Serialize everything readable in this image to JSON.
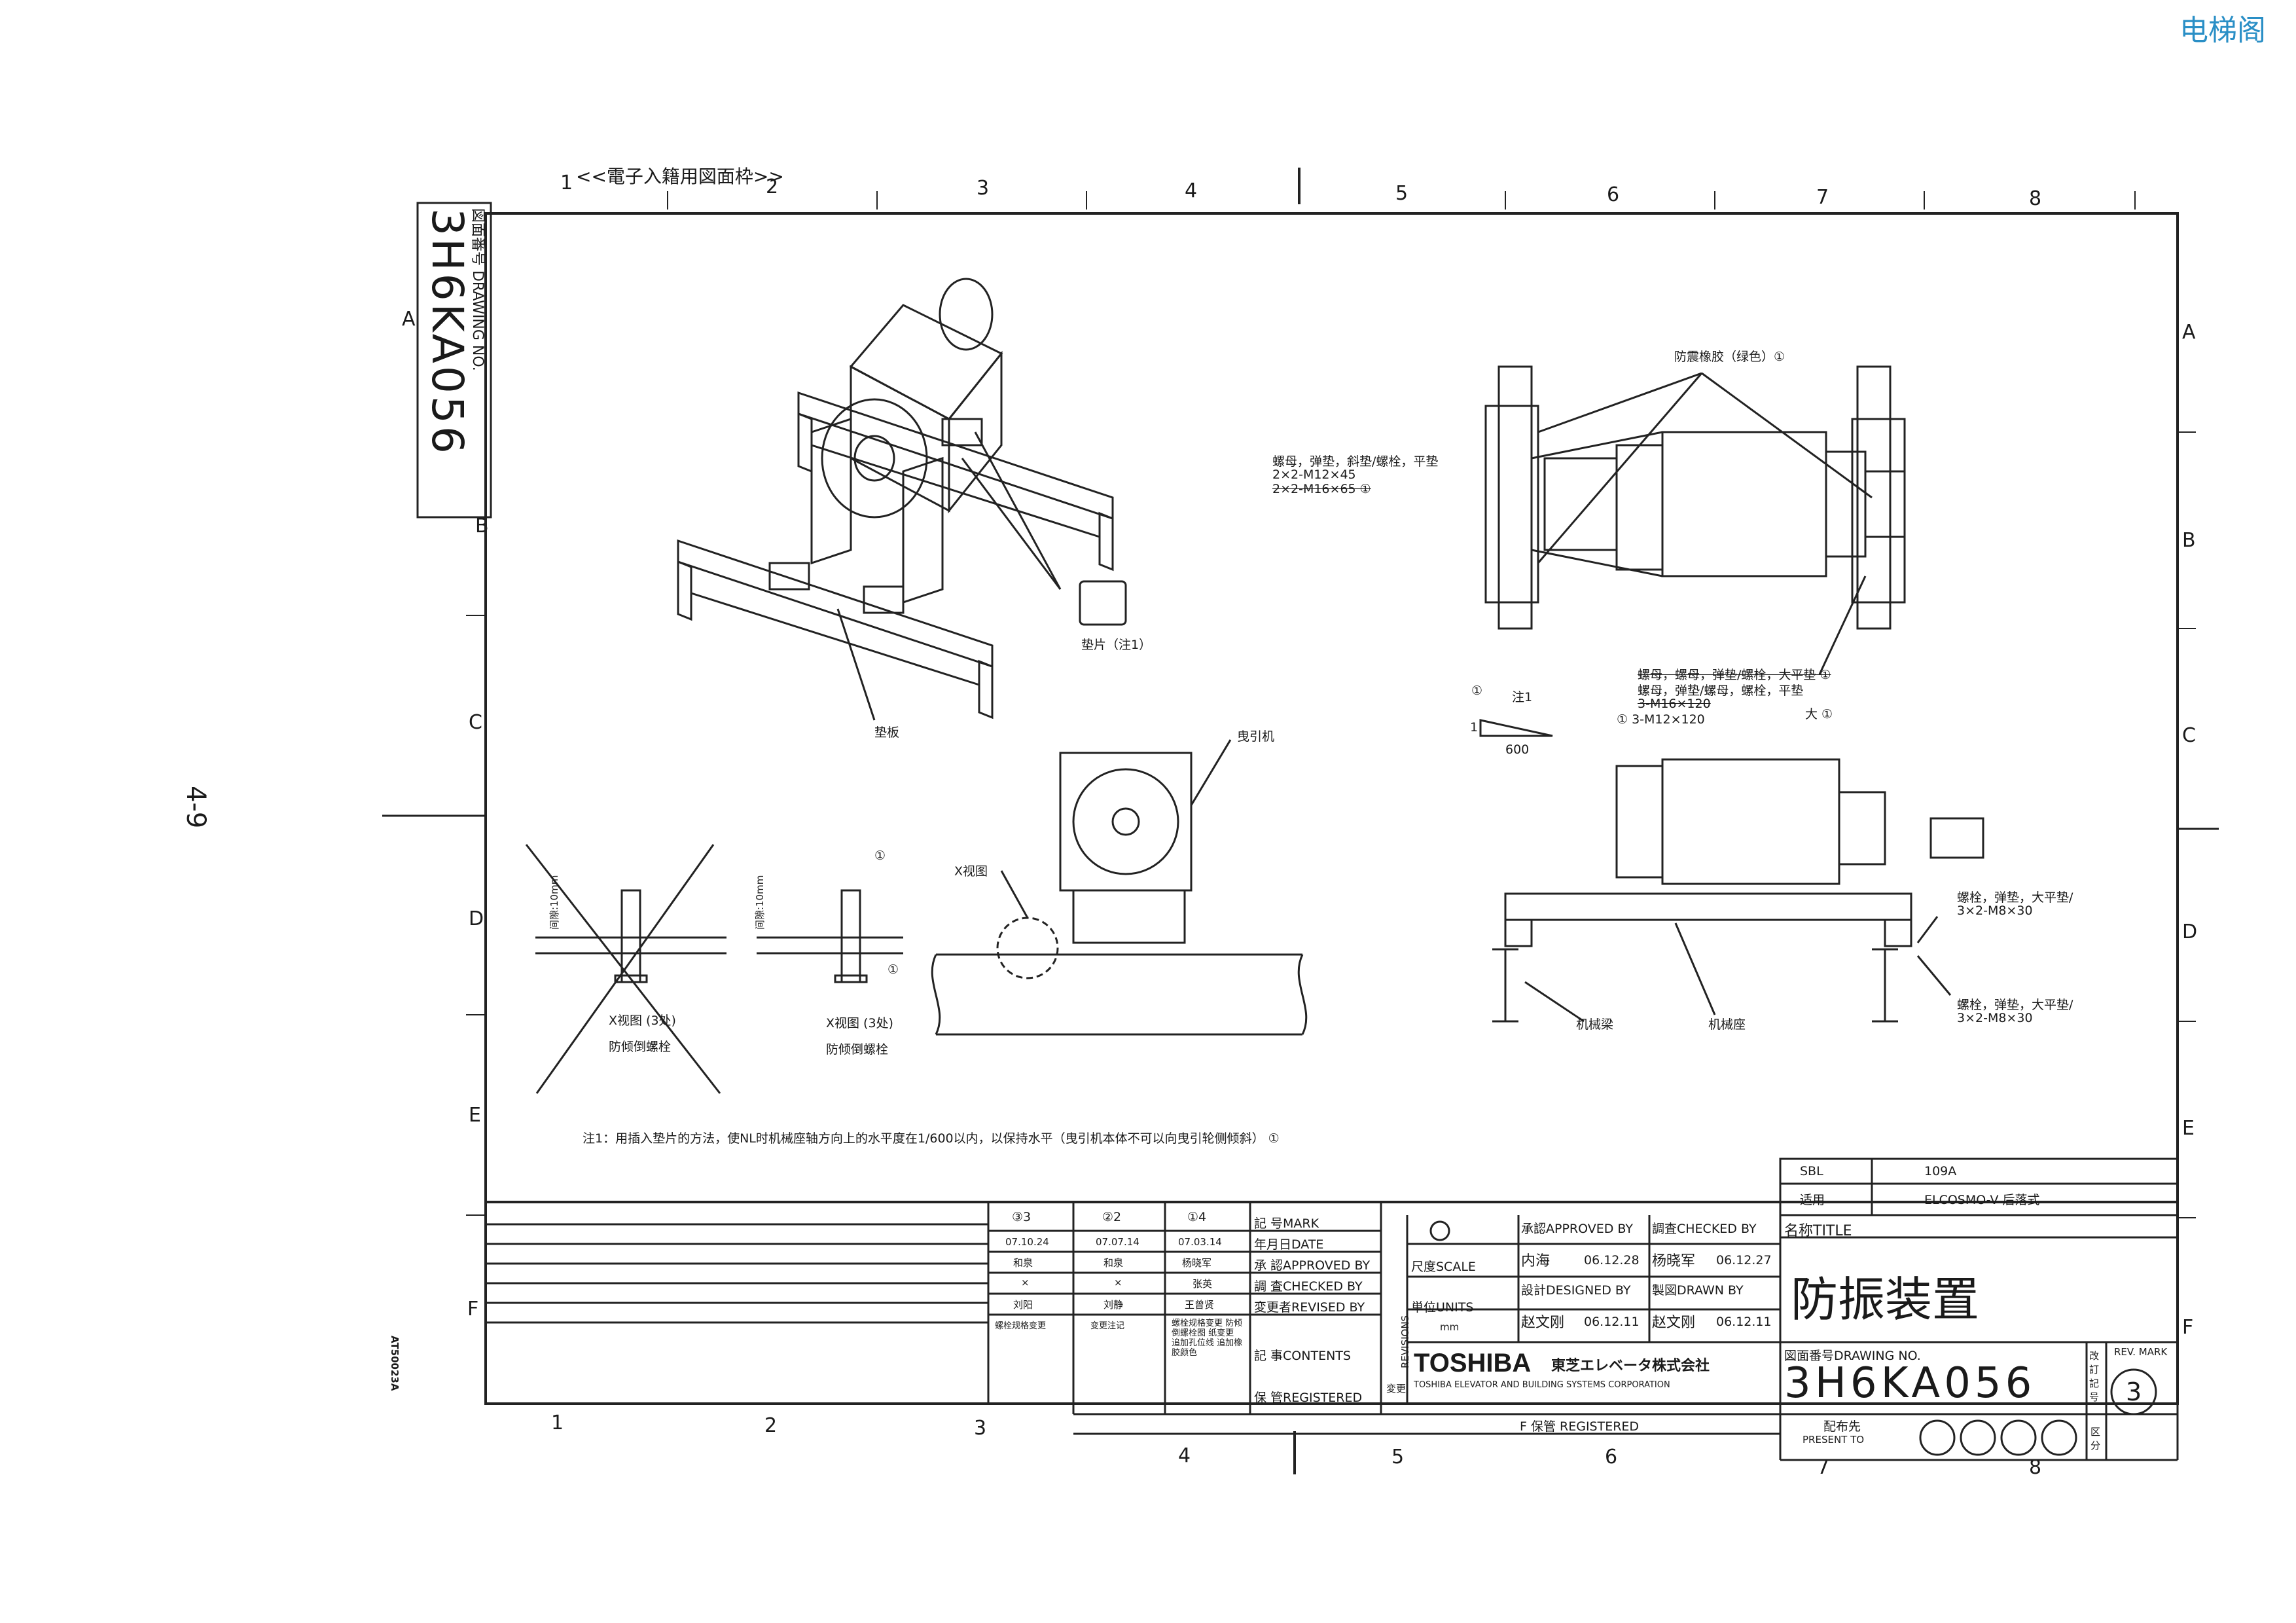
{
  "watermark": "电梯阁",
  "page_number": "4-9",
  "frame_header": "<<電子入籍用図面枠>>",
  "side_code": "AT50023A",
  "stamp": {
    "label": "図面番号 DRAWING NO.",
    "number": "3H6KA056"
  },
  "grid": {
    "columns": [
      "1",
      "2",
      "3",
      "4",
      "5",
      "6",
      "7",
      "8"
    ],
    "rows": [
      "A",
      "B",
      "C",
      "D",
      "E",
      "F"
    ]
  },
  "annotations": {
    "rubber": "防震橡胶（绿色）①",
    "nut_top_1": "螺母，弹垫，斜垫/螺栓，平垫",
    "nut_top_2": "2×2-M12×45",
    "nut_top_3": "2×2-M16×65 ①",
    "shim": "垫片（注1）",
    "pad_plate": "垫板",
    "nut_mid_1": "螺母，螺母，弹垫/螺栓，大平垫 ①",
    "nut_mid_2": "螺母，弹垫/螺母，螺栓，平垫",
    "nut_mid_3": "3-M16×120",
    "nut_mid_4": "① 3-M12×120",
    "nut_mid_big": "大 ①",
    "slope_note": "注1",
    "slope_one": "1",
    "slope_600": "600",
    "circle_1a": "①",
    "traction": "曳引机",
    "xview": "X视图",
    "gap_left": "间隙:10mm",
    "gap_right": "间隙:10mm",
    "xview3_left": "X视图 (3处)",
    "anti_left": "防倾倒螺栓",
    "xview3_right": "X视图 (3处)",
    "anti_right": "防倾倒螺栓",
    "circle_1b": "①",
    "circle_1c": "①",
    "bolt_d1_1": "螺栓，弹垫，大平垫/",
    "bolt_d1_2": "3×2-M8×30",
    "bolt_d2_1": "螺栓，弹垫，大平垫/",
    "bolt_d2_2": "3×2-M8×30",
    "beam": "机械梁",
    "base": "机械座",
    "note1": "注1：用插入垫片的方法，使NL时机械座轴方向上的水平度在1/600以内，以保持水平（曳引机本体不可以向曳引轮侧倾斜） ①"
  },
  "title_block": {
    "sbl_label": "SBL",
    "sbl_value": "109A",
    "apply_label": "适用",
    "apply_value": "ELCOSMO-V 后落式",
    "title_label": "名称TITLE",
    "title_value": "防振装置",
    "approved_label": "承認APPROVED BY",
    "approved_name": "内海",
    "approved_date": "06.12.28",
    "checked_label": "調査CHECKED BY",
    "checked_name": "杨晓军",
    "checked_date": "06.12.27",
    "designed_label": "設計DESIGNED BY",
    "designed_name": "赵文刚",
    "designed_date": "06.12.11",
    "drawn_label": "製図DRAWN BY",
    "drawn_name": "赵文刚",
    "drawn_date": "06.12.11",
    "scale_label": "尺度SCALE",
    "units_label": "単位UNITS",
    "units_value": "mm",
    "revisions_label": "REVISIONS",
    "brand": "TOSHIBA",
    "brand_jp": "東芝エレベータ株式会社",
    "brand_en": "TOSHIBA ELEVATOR AND BUILDING SYSTEMS CORPORATION",
    "drawing_no_label": "図面番号DRAWING NO.",
    "drawing_no": "3H6KA056",
    "rev_label": "REV. MARK",
    "rev_value": "3",
    "rev_side": "改訂記号",
    "present_label": "配布先",
    "present_en": "PRESENT TO",
    "kubun": "区分",
    "storage": "F 保管 REGISTERED",
    "mark_label": "記 号MARK",
    "date_label": "年月日DATE",
    "approved_by": "承 認APPROVED BY",
    "checked_by": "調 査CHECKED BY",
    "revised_by": "変更者REVISED BY",
    "contents": "記 事CONTENTS",
    "registered": "保 管REGISTERED",
    "change_side": "変更"
  },
  "revisions": [
    {
      "mark": "③3",
      "date": "07.10.24",
      "approved": "和泉",
      "checked": "×",
      "revised": "刘阳",
      "content": "螺栓规格变更"
    },
    {
      "mark": "②2",
      "date": "07.07.14",
      "approved": "和泉",
      "checked": "×",
      "revised": "刘静",
      "content": "变更注记"
    },
    {
      "mark": "①4",
      "date": "07.03.14",
      "approved": "杨晓军",
      "checked": "张英",
      "revised": "王曾贤",
      "content": "螺栓规格变更 防倾倒螺栓图 纸变更 追加孔位线 追加橡胶颜色"
    }
  ]
}
